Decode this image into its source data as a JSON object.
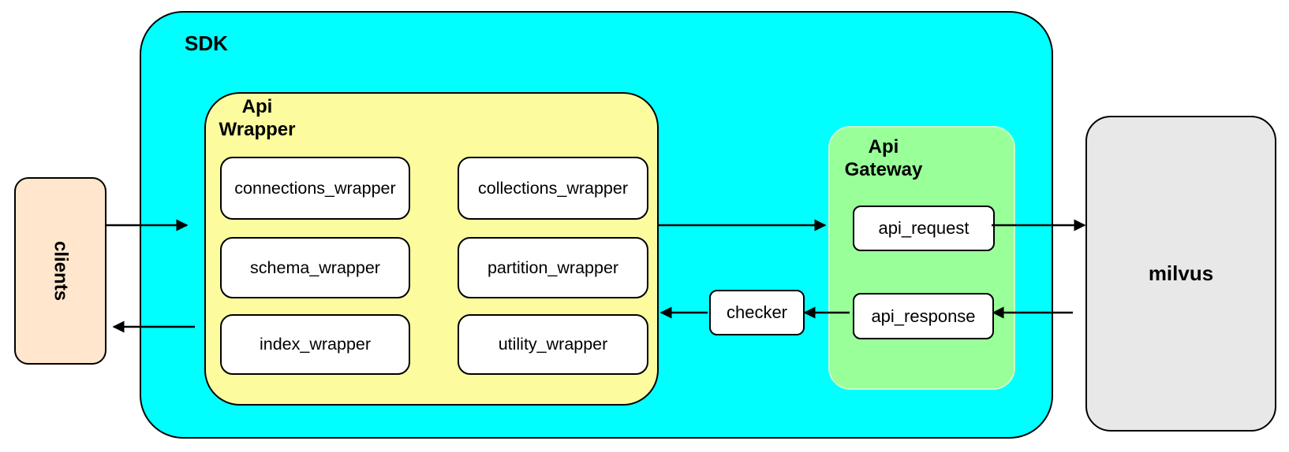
{
  "diagram": {
    "clients": {
      "label": "clients"
    },
    "sdk": {
      "label": "SDK",
      "api_wrapper": {
        "label": "Api\nWrapper",
        "modules": [
          "connections_wrapper",
          "collections_wrapper",
          "schema_wrapper",
          "partition_wrapper",
          "index_wrapper",
          "utility_wrapper"
        ]
      },
      "checker": {
        "label": "checker"
      },
      "api_gateway": {
        "label": "Api\nGateway",
        "nodes": [
          "api_request",
          "api_response"
        ]
      }
    },
    "milvus": {
      "label": "milvus"
    },
    "colors": {
      "sdk": "#00FFFF",
      "api_wrapper": "#FCFC9F",
      "api_gateway": "#99FF99",
      "clients": "#FFE6CC",
      "milvus": "#E8E8E8",
      "node": "#FFFFFF",
      "border": "#000000"
    },
    "edges": [
      {
        "from": "clients",
        "to": "api_wrapper",
        "direction": "right"
      },
      {
        "from": "api_wrapper",
        "to": "api_gateway",
        "direction": "right"
      },
      {
        "from": "api_request",
        "to": "milvus",
        "direction": "right"
      },
      {
        "from": "milvus",
        "to": "api_response",
        "direction": "left"
      },
      {
        "from": "api_response",
        "to": "checker",
        "direction": "left"
      },
      {
        "from": "checker",
        "to": "api_wrapper",
        "direction": "left"
      },
      {
        "from": "api_wrapper",
        "to": "clients",
        "direction": "left"
      }
    ]
  }
}
